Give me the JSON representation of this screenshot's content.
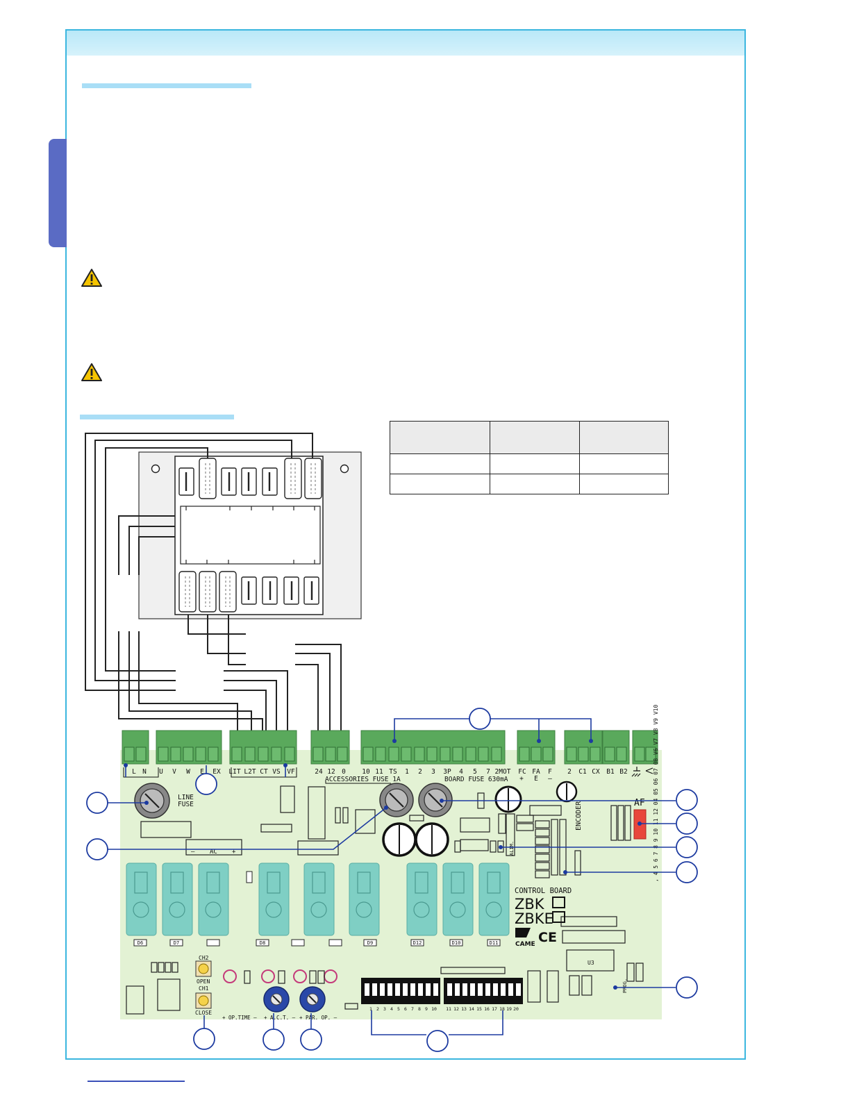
{
  "terminals": {
    "line": [
      "L",
      "N"
    ],
    "motor": [
      "U",
      "V",
      "W",
      "E",
      "EX"
    ],
    "lamp": [
      "LIT",
      "L2T",
      "CT",
      "VS",
      "VF"
    ],
    "power": [
      "24",
      "12",
      "0"
    ],
    "commands": [
      "10",
      "11",
      "TS",
      "1",
      "2",
      "3",
      "3P",
      "4",
      "5",
      "7",
      "2MOT"
    ],
    "limits": [
      "FC",
      "FA",
      "F"
    ],
    "limits_sign": [
      "+",
      "E",
      "–"
    ],
    "safety": [
      "2",
      "C1",
      "CX",
      "B1",
      "B2"
    ]
  },
  "labels": {
    "line_fuse": [
      "LINE",
      "FUSE"
    ],
    "accessories_fuse": "ACCESSORIES FUSE 1A",
    "board_fuse": "BOARD FUSE 630mA",
    "ac": "AC",
    "ac_minus": "–",
    "ac_plus": "+",
    "encoder": "ENCODER",
    "af": "AF",
    "control_board": "CONTROL BOARD",
    "zbk": "ZBK",
    "zbke": "ZBKE",
    "came": "CAME",
    "ce": "CE",
    "u3": "U3",
    "alim": "ALIM.",
    "prog": "PROG.",
    "ch2": "CH2",
    "open": "OPEN",
    "ch1": "CH1",
    "close": "CLOSE",
    "op_time": "+ OP.TIME –",
    "act": "+ A.C.T. –",
    "par_op": "+ PAR. OP. –",
    "dip_left": [
      "1",
      "2",
      "3",
      "4",
      "5",
      "6",
      "7",
      "8",
      "9",
      "10"
    ],
    "dip_right": [
      "11",
      "12",
      "13",
      "14",
      "15",
      "16",
      "17",
      "18",
      "19",
      "20"
    ],
    "relays": [
      "D6",
      "D7",
      "D8",
      "D9",
      "D12",
      "D10",
      "D11"
    ],
    "vertical_codes": ", 4 5 6 7 8 9 10 11 12 04 05 06 07 08 V6 V7 V8 V9 V10"
  }
}
